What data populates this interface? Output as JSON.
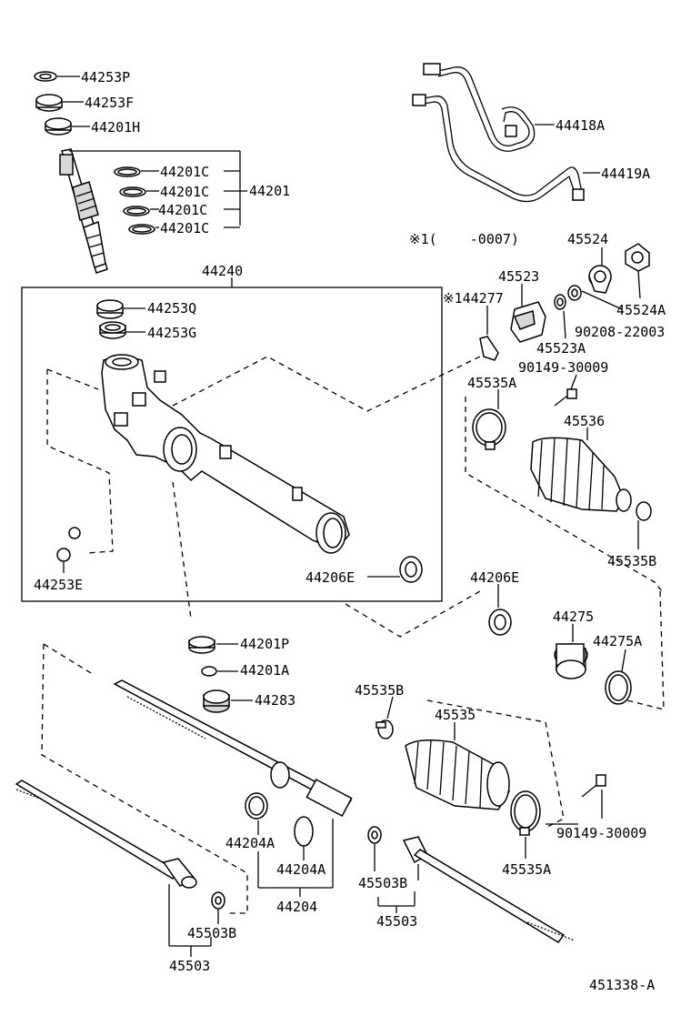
{
  "labels": {
    "p44253P": "44253P",
    "p44253F": "44253F",
    "p44201H": "44201H",
    "p44201C_1": "44201C",
    "p44201C_2": "44201C",
    "p44201C_3": "44201C",
    "p44201C_4": "44201C",
    "p44201": "44201",
    "p44418A": "44418A",
    "p44419A": "44419A",
    "note_range": "※1(    -0007)",
    "p45524": "45524",
    "p45523": "45523",
    "p45524A": "45524A",
    "p144277": "※144277",
    "p90208": "90208-22003",
    "p45523A": "45523A",
    "p90149_top": "90149-30009",
    "p45535A_top": "45535A",
    "p45536": "45536",
    "p44240": "44240",
    "p44253Q": "44253Q",
    "p44253G": "44253G",
    "p44253E": "44253E",
    "p44206E_in": "44206E",
    "p44206E_out": "44206E",
    "p45535B_right": "45535B",
    "p44275": "44275",
    "p44275A": "44275A",
    "p44201P": "44201P",
    "p44201A": "44201A",
    "p44283": "44283",
    "p45535B_mid": "45535B",
    "p45535": "45535",
    "p44204A_1": "44204A",
    "p44204A_2": "44204A",
    "p44204": "44204",
    "p45503B_right": "45503B",
    "p45503_right": "45503",
    "p45503B_left": "45503B",
    "p45503_left": "45503",
    "p90149_bottom": "90149-30009",
    "p45535A_bottom": "45535A",
    "drawing_no": "451338-A"
  }
}
